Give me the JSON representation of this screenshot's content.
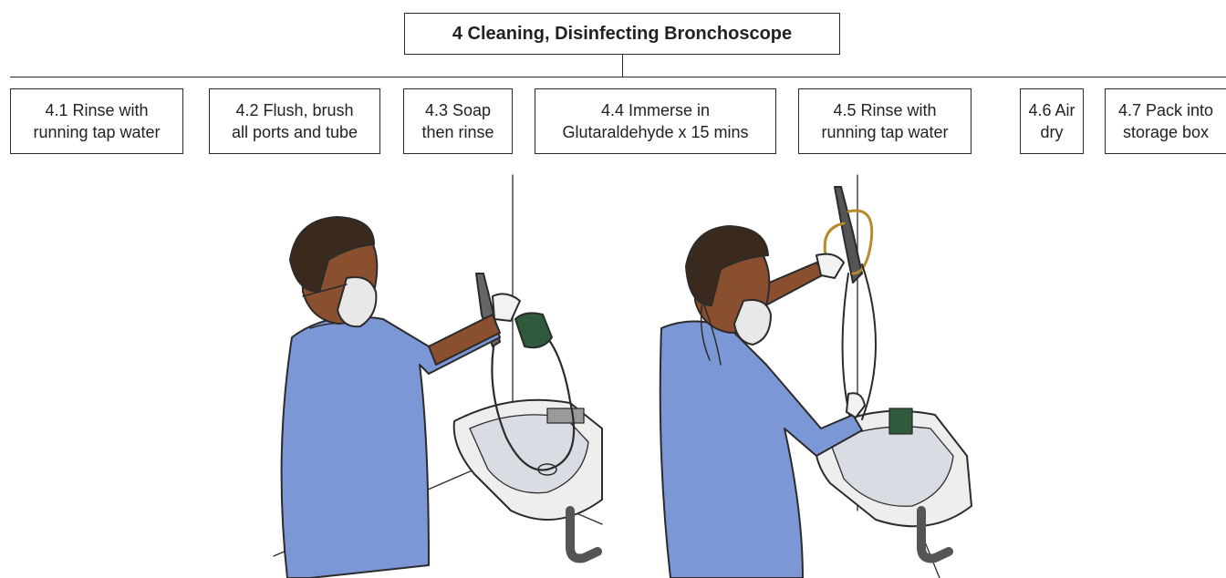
{
  "title": "4 Cleaning, Disinfecting Bronchoscope",
  "steps": [
    {
      "line1": "4.1 Rinse with",
      "line2": "running tap water"
    },
    {
      "line1": "4.2 Flush, brush",
      "line2": "all ports and tube"
    },
    {
      "line1": "4.3 Soap",
      "line2": "then rinse"
    },
    {
      "line1": "4.4 Immerse in",
      "line2": "Glutaraldehyde x 15 mins"
    },
    {
      "line1": "4.5 Rinse with",
      "line2": "running tap water"
    },
    {
      "line1": "4.6 Air",
      "line2": "dry"
    },
    {
      "line1": "4.7 Pack into",
      "line2": "storage box"
    }
  ],
  "colors": {
    "line": "#2b2b2b",
    "scrubs": "#7b97d6",
    "skin": "#8a4f2e",
    "hair": "#3a2a1e",
    "mask": "#e8e8e8",
    "sink": "#eeeeee",
    "bottle": "#2f5a3c"
  },
  "illustrations": [
    {
      "icon": "person-cleaning-bronchoscope-sink-illustration"
    },
    {
      "icon": "person-rinsing-bronchoscope-sink-illustration"
    }
  ]
}
